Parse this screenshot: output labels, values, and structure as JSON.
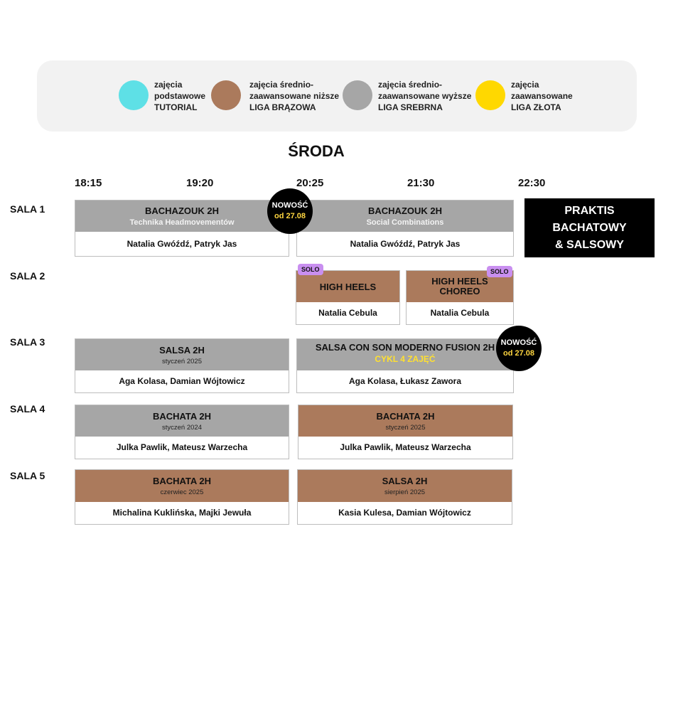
{
  "legend": [
    {
      "line1": "zajęcia",
      "line2": "podstawowe",
      "line3": "TUTORIAL",
      "color": "#5ee0e6"
    },
    {
      "line1": "zajęcia średnio-",
      "line2": "zaawansowane niższe",
      "line3": "LIGA BRĄZOWA",
      "color": "#ab7a5c"
    },
    {
      "line1": "zajęcia średnio-",
      "line2": "zaawansowane  wyższe",
      "line3": "LIGA SREBRNA",
      "color": "#a6a6a6"
    },
    {
      "line1": "zajęcia",
      "line2": "zaawansowane",
      "line3": "LIGA ZŁOTA",
      "color": "#ffd800"
    }
  ],
  "day": "ŚRODA",
  "times": [
    "18:15",
    "19:20",
    "20:25",
    "21:30",
    "22:30"
  ],
  "rooms": [
    "SALA 1",
    "SALA 2",
    "SALA 3",
    "SALA 4",
    "SALA 5"
  ],
  "classes": {
    "s1a": {
      "name": "BACHAZOUK 2H",
      "sub": "Technika Headmovementów",
      "teachers": "Natalia Gwóźdź, Patryk Jas"
    },
    "s1b": {
      "name": "BACHAZOUK 2H",
      "sub": "Social Combinations",
      "teachers": "Natalia Gwóźdź, Patryk Jas"
    },
    "s2a": {
      "name": "HIGH HEELS",
      "tag": "SOLO",
      "teachers": "Natalia Cebula"
    },
    "s2b": {
      "name1": "HIGH HEELS",
      "name2": "CHOREO",
      "tag": "SOLO",
      "teachers": "Natalia Cebula"
    },
    "s3a": {
      "name": "SALSA 2H",
      "sub": "styczeń 2025",
      "teachers": "Aga Kolasa, Damian Wójtowicz"
    },
    "s3b": {
      "name": "SALSA CON SON MODERNO FUSION 2H",
      "sub": "CYKL 4 ZAJĘĆ",
      "teachers": "Aga Kolasa, Łukasz Zawora"
    },
    "s4a": {
      "name": "BACHATA 2H",
      "sub": "styczeń 2024",
      "teachers": "Julka Pawlik, Mateusz Warzecha"
    },
    "s4b": {
      "name": "BACHATA 2H",
      "sub": "styczeń 2025",
      "teachers": "Julka Pawlik, Mateusz Warzecha"
    },
    "s5a": {
      "name": "BACHATA 2H",
      "sub": "czerwiec 2025",
      "teachers": "Michalina Kuklińska, Majki Jewuła"
    },
    "s5b": {
      "name": "SALSA 2H",
      "sub": "sierpień 2025",
      "teachers": "Kasia Kulesa, Damian Wójtowicz"
    }
  },
  "badges": {
    "new": "NOWOŚĆ",
    "date": "od 27.08"
  },
  "praktis": {
    "line1": "PRAKTIS",
    "line2": "BACHATOWY",
    "line3": "& SALSOWY"
  }
}
